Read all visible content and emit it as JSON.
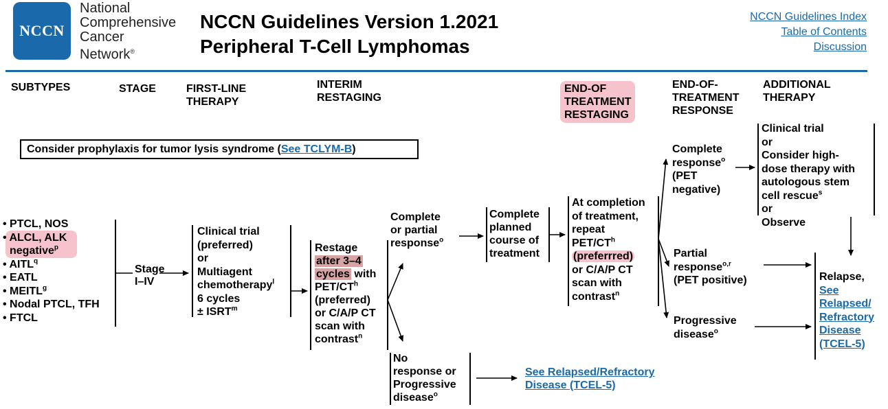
{
  "header": {
    "logo_text": "NCCN",
    "org_line1": "National",
    "org_line2": "Comprehensive",
    "org_line3": "Cancer",
    "org_line4": "Network",
    "org_reg": "®",
    "title_line1": "NCCN Guidelines Version 1.2021",
    "title_line2": "Peripheral T-Cell Lymphomas",
    "links": [
      "NCCN Guidelines Index",
      "Table of Contents",
      "Discussion"
    ]
  },
  "columns": {
    "subtypes": "SUBTYPES",
    "stage": "STAGE",
    "first_line_1": "FIRST-LINE",
    "first_line_2": "THERAPY",
    "interim_1": "INTERIM",
    "interim_2": "RESTAGING",
    "eot_1": "END-OF",
    "eot_2": "TREATMENT",
    "eot_3": "RESTAGING",
    "eot_resp_1": "END-OF-",
    "eot_resp_2": "TREATMENT",
    "eot_resp_3": "RESPONSE",
    "add_1": "ADDITIONAL",
    "add_2": "THERAPY"
  },
  "tls": {
    "text": "Consider prophylaxis for tumor lysis syndrome (",
    "link": "See TCLYM-B",
    "close": ")"
  },
  "subtypes": {
    "s1": "• PTCL, NOS",
    "s2a": "• ALCL, ALK",
    "s2b": "negative",
    "s2b_sup": "p",
    "s3": "• AITL",
    "s3_sup": "q",
    "s4": "• EATL",
    "s5": "• MEITL",
    "s5_sup": "g",
    "s6": "• Nodal PTCL, TFH",
    "s7": "• FTCL"
  },
  "stage": {
    "l1": "Stage",
    "l2": "I–IV"
  },
  "first_line": {
    "l1": "Clinical trial",
    "l2": "(preferred)",
    "l3": "or",
    "l4": "Multiagent",
    "l5": "chemotherapy",
    "l5_sup": "l",
    "l6": "6 cycles",
    "l7": "± ISRT",
    "l7_sup": "m"
  },
  "interim": {
    "l1": "Restage",
    "l2": "after 3–4",
    "l3a": "cycles",
    "l3b": " with",
    "l4": "PET/CT",
    "l4_sup": "h",
    "l5": "(preferred)",
    "l6": "or C/A/P CT",
    "l7": "scan with",
    "l8": "contrast",
    "l8_sup": "n"
  },
  "cr_pr": {
    "l1": "Complete",
    "l2": "or partial",
    "l3": "response",
    "l3_sup": "o"
  },
  "no_resp": {
    "l1": "No",
    "l2": "response or",
    "l3": "Progressive",
    "l4": "disease",
    "l4_sup": "o",
    "link1": "See Relapsed/Refractory",
    "link2": "Disease (TCEL-5)"
  },
  "complete_course": {
    "l1": "Complete",
    "l2": "planned",
    "l3": "course of",
    "l4": "treatment"
  },
  "eot_restage": {
    "l1": "At completion",
    "l2": "of treatment,",
    "l3": "repeat",
    "l4": "PET/CT",
    "l4_sup": "h",
    "l5": "(preferrred)",
    "l6": "or C/A/P CT",
    "l7": "scan with",
    "l8": "contrast",
    "l8_sup": "n"
  },
  "responses": {
    "cr1": "Complete",
    "cr2": "response",
    "cr2_sup": "o",
    "cr3": "(PET",
    "cr4": "negative)",
    "pr1": "Partial",
    "pr2": "response",
    "pr2_sup": "o,r",
    "pr3": "(PET positive)",
    "pd1": "Progressive",
    "pd2": "disease",
    "pd2_sup": "o"
  },
  "additional": {
    "l1": "Clinical trial",
    "l2": "or",
    "l3": "Consider high-",
    "l4": "dose therapy with",
    "l5": "autologous stem",
    "l6": "cell rescue",
    "l6_sup": "s",
    "l7": "or",
    "l8": "Observe"
  },
  "relapse": {
    "l1": "Relapse,",
    "l2": "See",
    "l3": "Relapsed/",
    "l4": "Refractory",
    "l5": "Disease",
    "l6": "(TCEL-5)"
  },
  "colors": {
    "brand_blue": "#1a6aab",
    "highlight_pink": "#f6c2cb",
    "highlight_dark": "#d9a3a3"
  }
}
